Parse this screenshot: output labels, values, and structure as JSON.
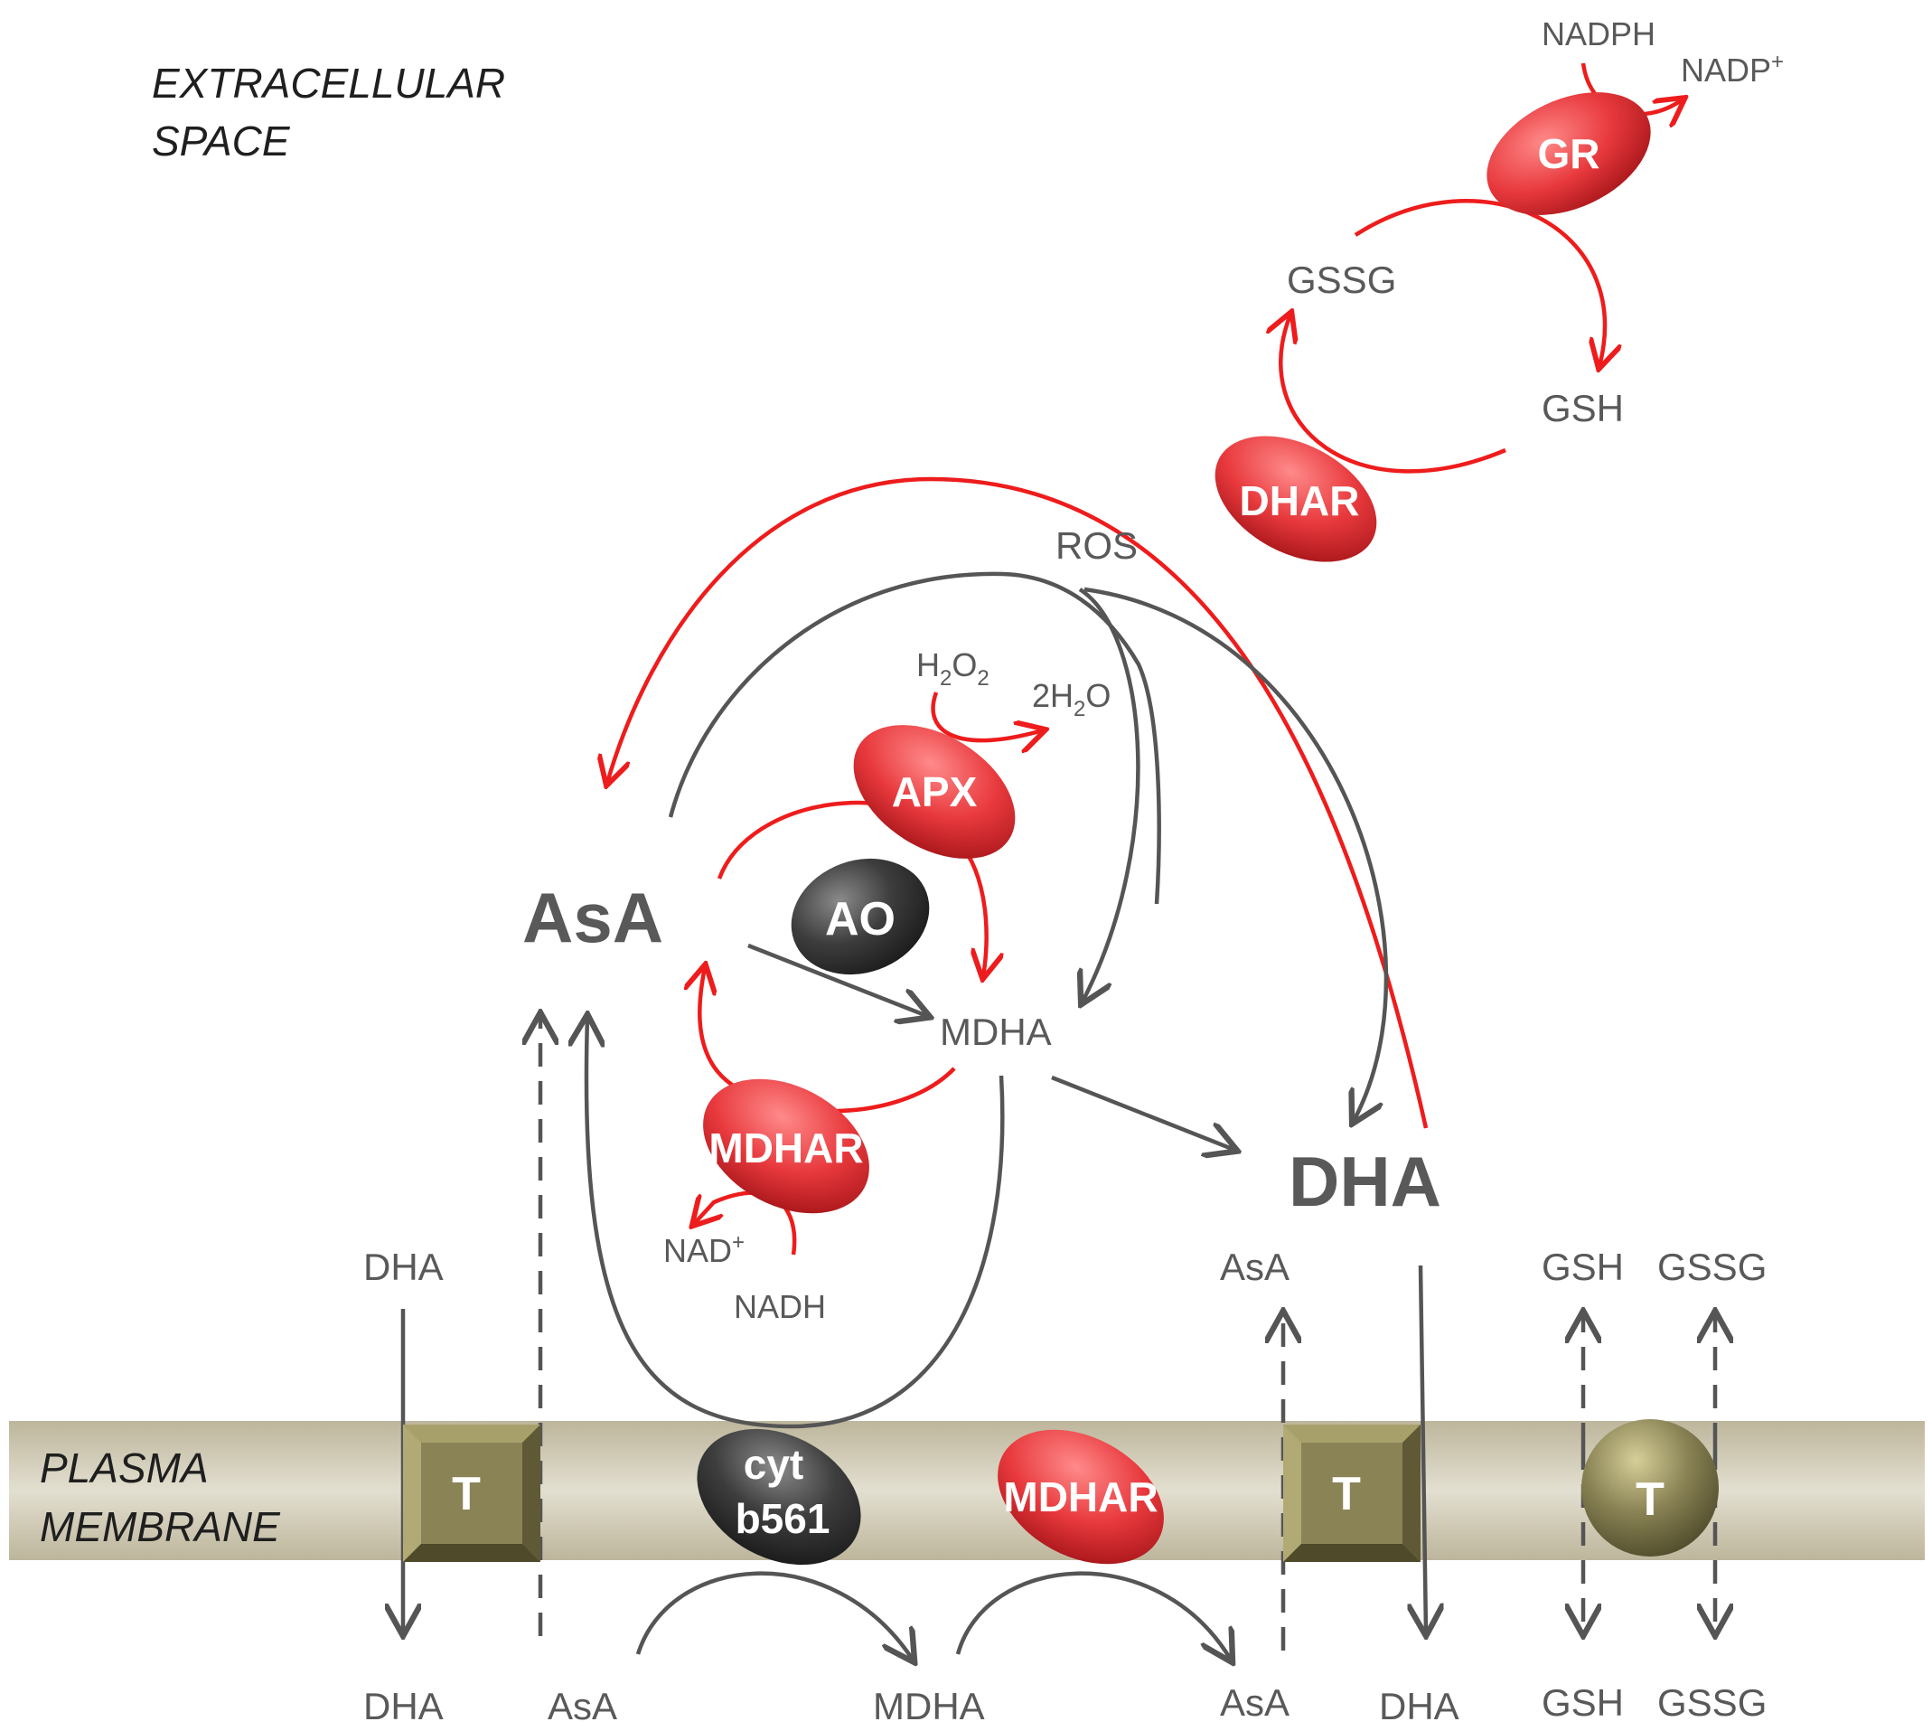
{
  "regions": {
    "extracellular_line1": "EXTRACELLULAR",
    "extracellular_line2": "SPACE",
    "membrane_line1": "PLASMA",
    "membrane_line2": "MEMBRANE"
  },
  "enzymes": {
    "gr": "GR",
    "dhar": "DHAR",
    "apx": "APX",
    "ao": "AO",
    "mdhar": "MDHAR",
    "membrane_mdhar": "MDHAR",
    "cyt_line1": "cyt",
    "cyt_line2": "b561",
    "transporter": "T"
  },
  "metabolites": {
    "nadph": "NADPH",
    "nadp_base": "NADP",
    "nadp_sup": "+",
    "gssg": "GSSG",
    "gsh": "GSH",
    "ros": "ROS",
    "h2o2_h": "H",
    "h2o2_sub": "2",
    "h2o2_o": "O",
    "h2o2_sub2": "2",
    "h2o_coef": "2H",
    "h2o_sub": "2",
    "h2o_o": "O",
    "asa_main": "AsA",
    "mdha_main": "MDHA",
    "dha_main": "DHA",
    "nad_base": "NAD",
    "nad_sup": "+",
    "nadh": "NADH"
  },
  "transport_labels": {
    "top_dha": "DHA",
    "top_asa": "AsA",
    "top_gsh": "GSH",
    "top_gssg": "GSSG",
    "bottom_dha_left": "DHA",
    "bottom_asa_left": "AsA",
    "bottom_mdha": "MDHA",
    "bottom_asa_right": "AsA",
    "bottom_dha_right": "DHA",
    "bottom_gsh": "GSH",
    "bottom_gssg": "GSSG"
  },
  "colors": {
    "red_enzyme": "#e8393d",
    "dark_enzyme": "#3a3a3a",
    "transporter": "#8a8355",
    "membrane": "#cfc9b4",
    "red_arrow": "#ee1c1c",
    "grey_arrow": "#555555"
  }
}
